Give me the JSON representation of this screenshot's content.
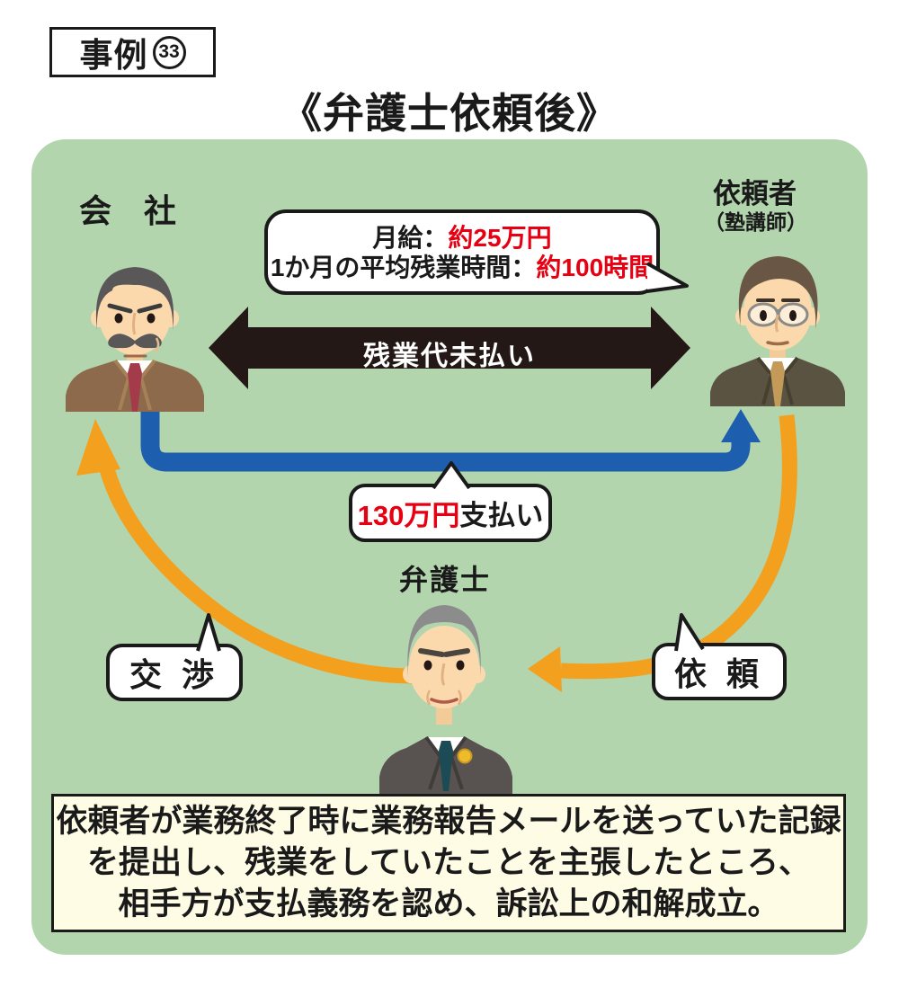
{
  "badge": {
    "prefix": "事例",
    "number": "33"
  },
  "title": "《弁護士依頼後》",
  "panel": {
    "company_label": "会　社",
    "client_label": "依頼者",
    "client_sublabel": "（塾講師）",
    "lawyer_label": "弁護士",
    "info_bubble": {
      "line1_label": "月給：",
      "line1_value": "約25万円",
      "line2_label": "1か月の平均残業時間：",
      "line2_value": "約100時間"
    },
    "unpaid_arrow_label": "残業代未払い",
    "payment_bubble": {
      "value": "130万円",
      "label": "支払い"
    },
    "negotiation_label": "交 渉",
    "request_label": "依 頼"
  },
  "footer": {
    "line1": "依頼者が業務終了時に業務報告メールを送っていた記録",
    "line2": "を提出し、残業をしていたことを主張したところ、",
    "line3": "相手方が支払義務を認め、訴訟上の和解成立。"
  },
  "colors": {
    "panel_green": "#b3d5ae",
    "arrow_black": "#231815",
    "arrow_blue": "#1d5fae",
    "arrow_orange": "#f2a01d",
    "highlight_red": "#e60012",
    "footer_cream": "#fffce6"
  }
}
